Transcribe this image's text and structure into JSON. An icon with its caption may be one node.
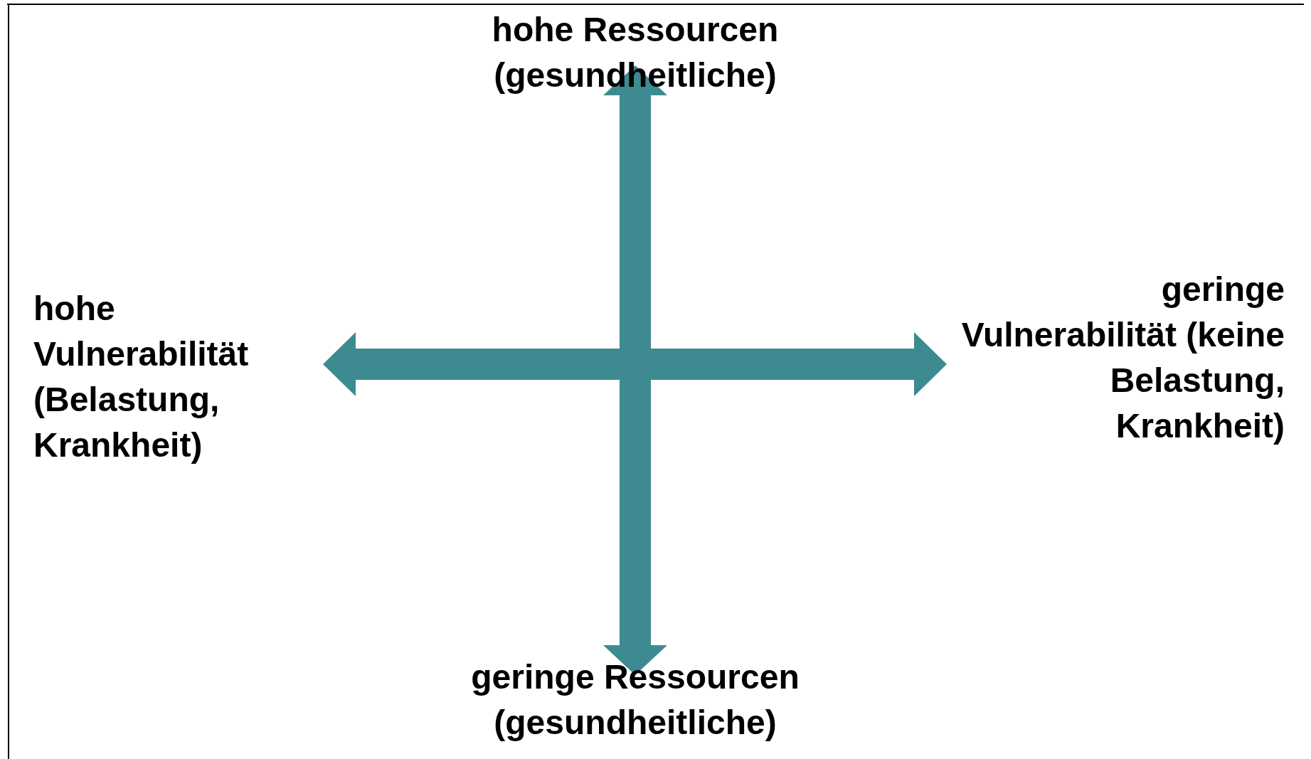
{
  "diagram": {
    "labels": [
      "hohe Ressourcen (gesundheitliche)",
      "hohe Vulnerabilität (Belastung, Krankheit)",
      "geringe Vulnerabilität (keine Belastung, Krankheit)",
      "geringe Ressourcen (gesundheitliche)"
    ]
  }
}
